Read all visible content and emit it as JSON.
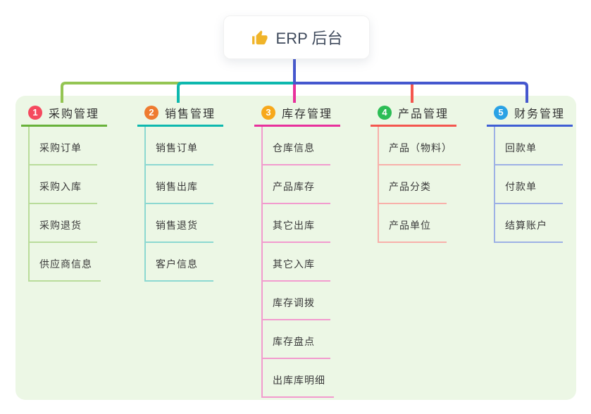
{
  "root": {
    "title": "ERP 后台",
    "icon": "thumbs-up-icon",
    "icon_color": "#f0b429",
    "line_color": "#4557ce"
  },
  "panel_color": "#ecf7e5",
  "branches": [
    {
      "number": "1",
      "title": "采购管理",
      "colors": {
        "badge": "#f5495e",
        "main": "#68b23a",
        "light": "#b9dc9b",
        "connector": "#94c553"
      },
      "children": [
        "采购订单",
        "采购入库",
        "采购退货",
        "供应商信息"
      ]
    },
    {
      "number": "2",
      "title": "销售管理",
      "colors": {
        "badge": "#ee7b30",
        "main": "#0db8ae",
        "light": "#8cd8d1",
        "connector": "#0db8ae"
      },
      "children": [
        "销售订单",
        "销售出库",
        "销售退货",
        "客户信息"
      ]
    },
    {
      "number": "3",
      "title": "库存管理",
      "colors": {
        "badge": "#f7a81b",
        "main": "#e8309c",
        "light": "#f29bce",
        "connector": "#e8309c"
      },
      "children": [
        "仓库信息",
        "产品库存",
        "其它出库",
        "其它入库",
        "库存调拨",
        "库存盘点",
        "出库库明细"
      ]
    },
    {
      "number": "4",
      "title": "产品管理",
      "colors": {
        "badge": "#2cbd55",
        "main": "#f4564e",
        "light": "#f8b0aa",
        "connector": "#f4564e"
      },
      "children": [
        "产品（物料）",
        "产品分类",
        "产品单位"
      ]
    },
    {
      "number": "5",
      "title": "财务管理",
      "colors": {
        "badge": "#2aa2e5",
        "main": "#3f5ed4",
        "light": "#9db1e5",
        "connector": "#4557ce"
      },
      "children": [
        "回款单",
        "付款单",
        "结算账户"
      ]
    }
  ]
}
